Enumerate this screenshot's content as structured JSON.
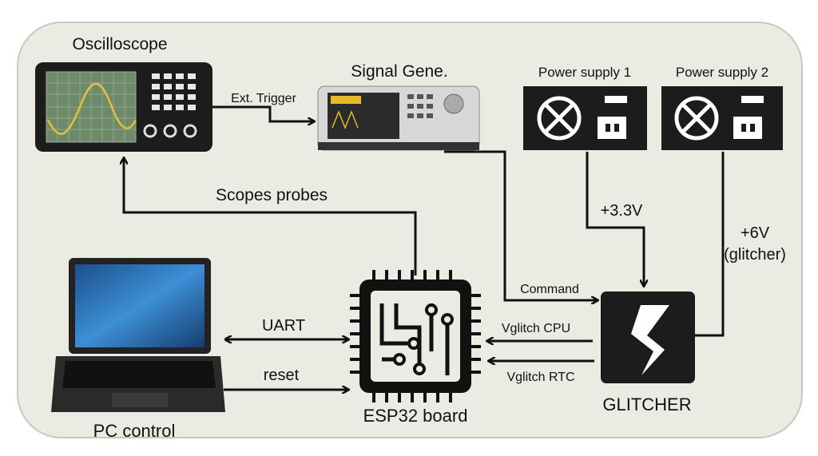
{
  "labels": {
    "oscilloscope": "Oscilloscope",
    "signal_generator": "Signal Gene.",
    "power_supply_1": "Power supply 1",
    "power_supply_2": "Power supply 2",
    "ext_trigger": "Ext. Trigger",
    "v33": "+3.3V",
    "v6": "+6V",
    "v6_note": "(glitcher)",
    "command": "Command",
    "scopes_probes": "Scopes probes",
    "uart": "UART",
    "reset": "reset",
    "vglitch_cpu": "Vglitch CPU",
    "vglitch_rtc": "Vglitch RTC",
    "glitcher": "GLITCHER",
    "esp32": "ESP32 board",
    "pc": "PC control"
  },
  "colors": {
    "background": "#ecebe3",
    "device": "#1c1c1c",
    "scope_screen": "#6f8a6a",
    "scope_wave": "#e2c23a",
    "laptop_screen": "#2a6fb5"
  }
}
